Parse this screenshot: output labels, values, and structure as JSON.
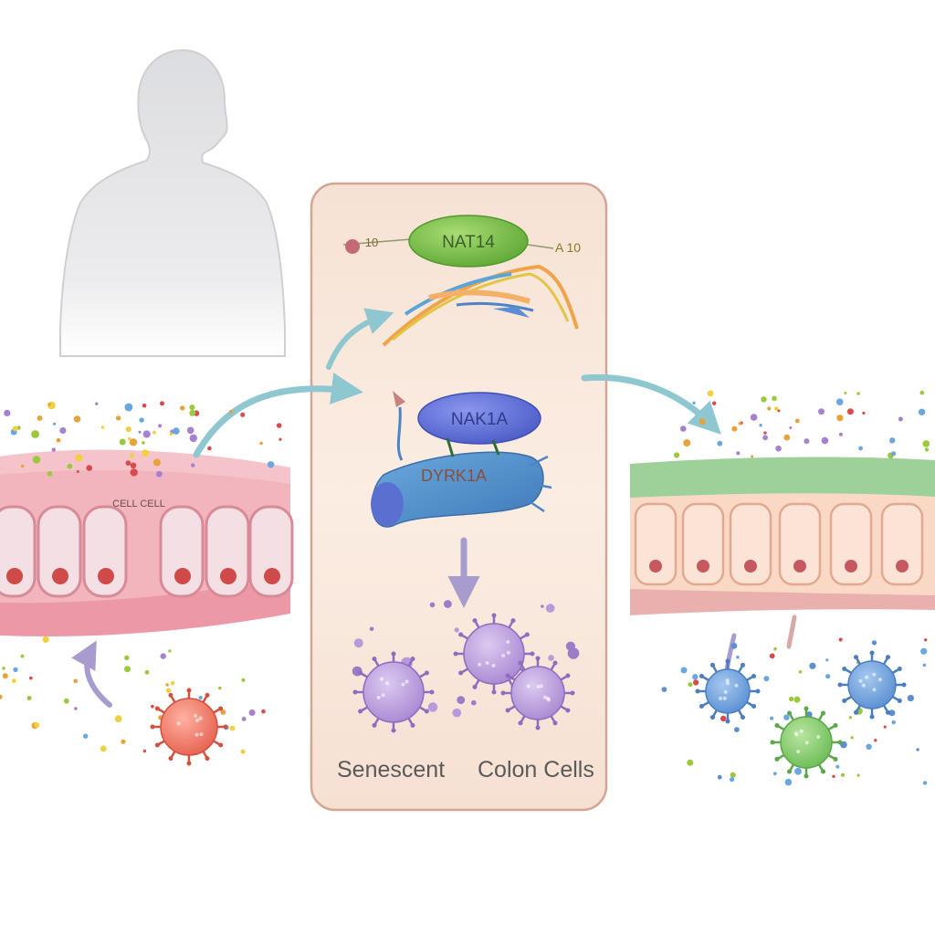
{
  "labels": {
    "nat_protein": "NAT14",
    "nat_side_left": "10",
    "nat_side_right": "A 10",
    "nak_protein": "NAK1A",
    "dyrk_protein": "DYRK1A",
    "tissue_label": "CELL CELL",
    "caption_left": "Senescent",
    "caption_right": "Colon Cells"
  },
  "colors": {
    "panel_fill": "#f8e6da",
    "panel_border": "#d4a494",
    "nat_green": "#7cc04a",
    "nak_blue": "#6272d8",
    "dyrk_blue": "#4a8ecb",
    "senescent_purple": "#b79ad9",
    "inflamed_tissue": "#ef9fab",
    "healthy_top": "#8fc98e",
    "healthy_cells": "#f7cdb8",
    "arrow_teal": "#8ec7cf",
    "arrow_lilac": "#a89ccf"
  },
  "icons": [
    "human-silhouette-icon",
    "virus-icon",
    "molecule-icon"
  ]
}
